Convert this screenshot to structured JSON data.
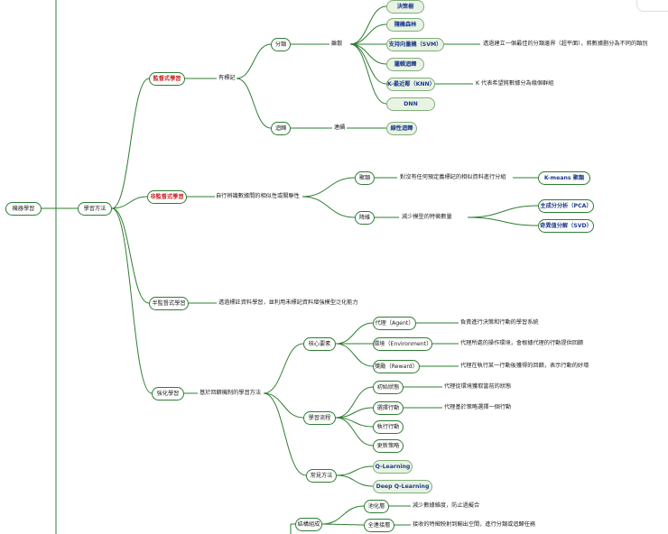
{
  "root": "機器學習",
  "learning_methods": "學習方法",
  "supervised": {
    "title": "監督式學習",
    "desc": "有標記",
    "classification": "分類",
    "discrete": "離散",
    "regression": "迴歸",
    "continuous": "連續",
    "algorithms": [
      "決策樹",
      "隨機森林",
      "支持向量機（SVM）",
      "邏輯迴歸",
      "K-最近鄰（KNN）",
      "DNN"
    ],
    "svm_note": "透過建立一個最佳的分類邊界（超平面），將數據劃分為不同的類別",
    "knn_note": "K 代表希望將數據分為幾個群組",
    "linear_regression": "線性迴歸"
  },
  "unsupervised": {
    "title": "非監督式學習",
    "desc": "自行辨識數據間的相似性或關聯性",
    "clustering": "聚類",
    "clustering_note": "對沒有任何預定義標記的相似資料進行分組",
    "kmeans": "K-means 聚類",
    "dim_reduction": "降維",
    "dim_note": "減少模型的特徵數量",
    "pca": "主成分分析（PCA）",
    "svd": "奇異值分解（SVD）"
  },
  "semi_supervised": {
    "title": "半監督式學習",
    "desc": "透過標註資料學習，並利用未標記資料增強模型泛化能力"
  },
  "reinforcement": {
    "title": "強化學習",
    "desc": "基於回饋機制的學習方法",
    "core_elements": "核心要素",
    "agent": "代理（Agent）",
    "agent_note": "負責進行決策和行動的學習系統",
    "environment": "環境（Environment）",
    "environment_note": "代理所處的操作環境，會根據代理的行動提供回饋",
    "reward": "獎勵（Reward）",
    "reward_note": "代理在執行某一行動後獲得的回饋，表示行動的好壞",
    "process": "學習流程",
    "steps": [
      "初始狀態",
      "選擇行動",
      "執行行動",
      "更新策略"
    ],
    "initial_note": "代理從環境獲取當前的狀態",
    "select_note": "代理基於策略選擇一個行動",
    "common_methods": "常見方法",
    "methods": [
      "Q-Learning",
      "Deep Q-Learning"
    ]
  },
  "network": {
    "structure": "結構組成",
    "pooling": "池化層",
    "pooling_note": "減少數據維度，防止過擬合",
    "fc": "全連接層",
    "fc_note": "接收的特徵映射到輸出空間，進行分類或迴歸任務"
  },
  "colors": {
    "line": "#2e7d32",
    "highlight_text": "#c62828",
    "algorithm_text": "#1e3a8a",
    "algorithm_fill": "#e9f3e4"
  }
}
